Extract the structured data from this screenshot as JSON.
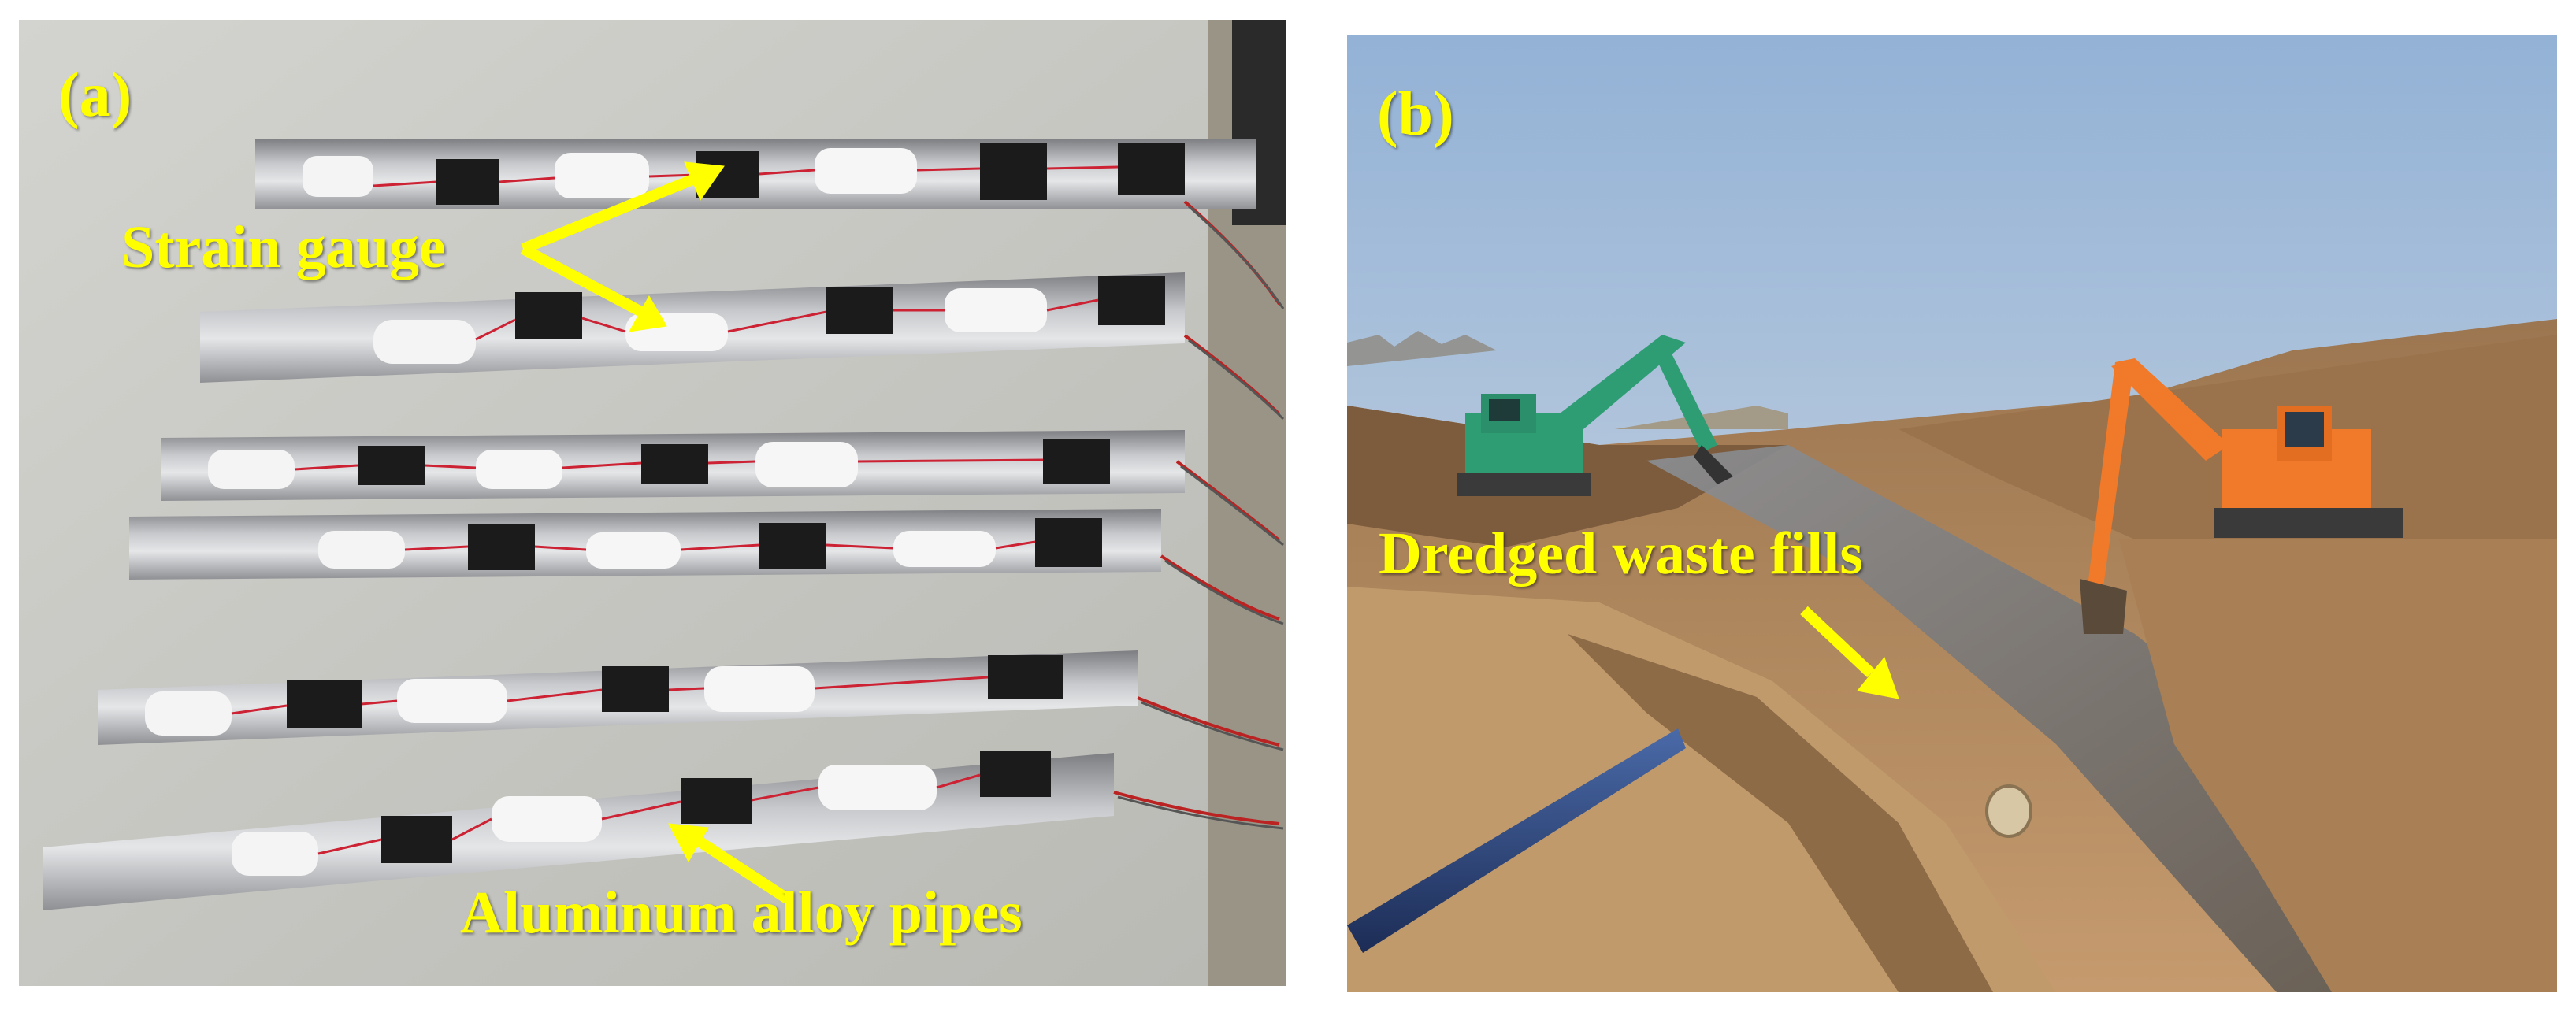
{
  "panels": [
    {
      "label": "(a)",
      "annotations": {
        "strain_gauge": "Strain gauge",
        "pipes": "Aluminum alloy pipes"
      }
    },
    {
      "label": "(b)",
      "annotations": {
        "fills": "Dredged waste fills"
      }
    }
  ],
  "colors": {
    "annotation": "#ffff00",
    "background_a": "#c9c9c4",
    "sky_b": "#bcd0e6",
    "soil_b": "#b48a5d",
    "excavator_green": "#2e9d74",
    "excavator_orange": "#f07a2a"
  }
}
